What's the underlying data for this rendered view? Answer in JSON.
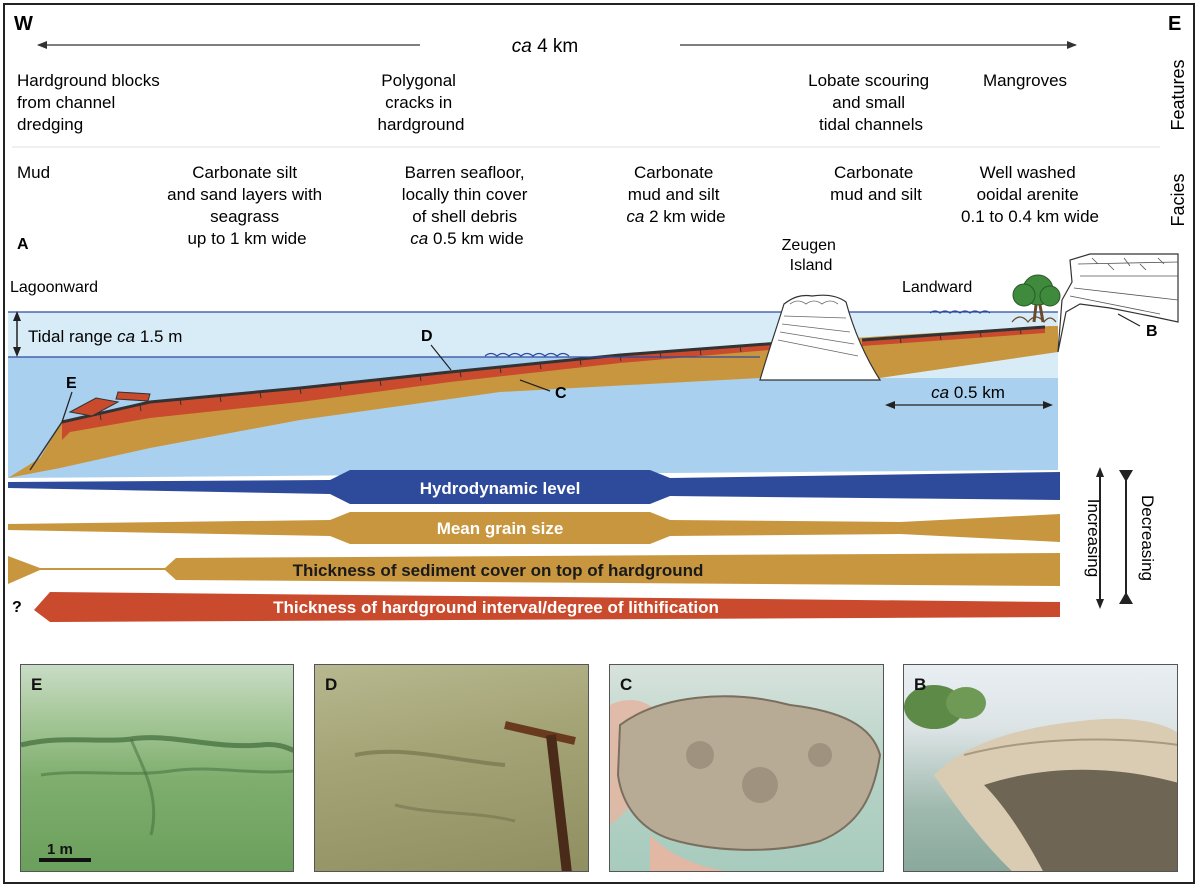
{
  "compass": {
    "west": "W",
    "east": "E",
    "distance_italic": "ca",
    "distance_rest": " 4 km"
  },
  "side_labels": {
    "features": "Features",
    "facies": "Facies"
  },
  "features": [
    [
      "Hardground blocks",
      "from channel",
      "dredging"
    ],
    [
      "Polygonal",
      "cracks in",
      "hardground"
    ],
    [
      "Lobate scouring",
      "and small",
      "tidal channels"
    ],
    [
      "Mangroves"
    ]
  ],
  "facies": {
    "mud": [
      "Mud"
    ],
    "silt_sand": [
      "Carbonate silt",
      "and sand layers with",
      "seagrass",
      "up to 1 km wide"
    ],
    "barren": [
      "Barren seafloor,",
      "locally thin cover",
      "of shell debris"
    ],
    "barren_width": {
      "italic": "ca",
      "rest": " 0.5 km wide"
    },
    "mud_silt_2": [
      "Carbonate",
      "mud and silt"
    ],
    "mud_silt_2_width": {
      "italic": "ca",
      "rest": " 2 km wide"
    },
    "mud_silt_3": [
      "Carbonate",
      "mud and silt"
    ],
    "arenite": [
      "Well washed",
      "ooidal arenite",
      "0.1 to 0.4 km wide"
    ]
  },
  "cross_section": {
    "point_a": "A",
    "point_b": "B",
    "point_c": "C",
    "point_d": "D",
    "point_e": "E",
    "lagoonward": "Lagoonward",
    "landward": "Landward",
    "island": [
      "Zeugen",
      "Island"
    ],
    "tidal_range_prefix": "Tidal range ",
    "tidal_range_italic": "ca",
    "tidal_range_suffix": " 1.5 m",
    "scale_italic": "ca",
    "scale_rest": " 0.5 km"
  },
  "trend_bars": [
    {
      "label": "Hydrodynamic level",
      "color": "#2e4a9a"
    },
    {
      "label": "Mean grain size",
      "color": "#c8963e"
    },
    {
      "label": "Thickness of sediment cover on top of hardground",
      "color": "#c8963e"
    },
    {
      "label": "Thickness of hardground interval/degree of lithification",
      "color": "#c94a2c"
    }
  ],
  "trend_question": "?",
  "trend_legend": {
    "increasing": "Increasing",
    "decreasing": "Decreasing"
  },
  "photos": [
    {
      "label": "E",
      "scale": "1 m"
    },
    {
      "label": "D"
    },
    {
      "label": "C"
    },
    {
      "label": "B"
    }
  ],
  "colors": {
    "water": "#d8ecf8",
    "water_deep": "#a9d0ee",
    "sediment": "#c8963e",
    "hardground": "#c94a2c",
    "blue_line": "#2e4aa0"
  }
}
